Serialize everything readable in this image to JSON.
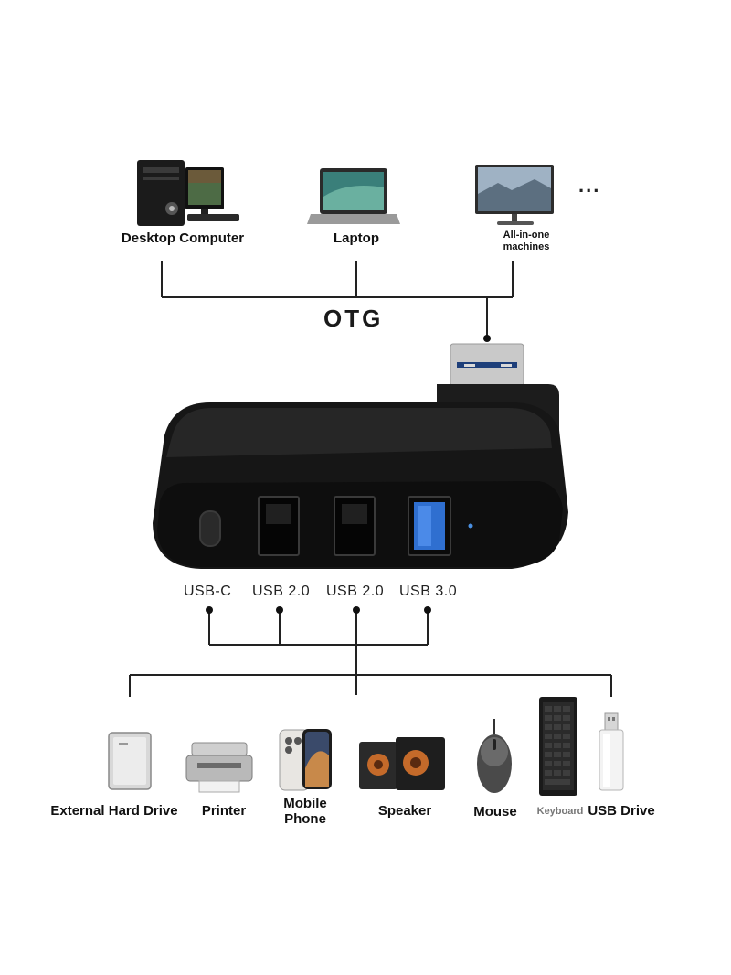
{
  "hosts": {
    "desktop": "Desktop Computer",
    "laptop": "Laptop",
    "all_in_one": "All-in-one machines",
    "more": "..."
  },
  "otg_label": "OTG",
  "ports": {
    "usb_c": "USB-C",
    "usb2_a": "USB 2.0",
    "usb2_b": "USB 2.0",
    "usb3": "USB 3.0"
  },
  "devices": {
    "hard_drive": "External Hard Drive",
    "printer": "Printer",
    "phone": "Mobile Phone",
    "speaker": "Speaker",
    "mouse": "Mouse",
    "keyboard": "Keyboard",
    "usb_drive": "USB Drive"
  },
  "colors": {
    "hub_body": "#151515",
    "usb3_port": "#2f6fd0",
    "led": "#4a90e2",
    "line": "#222222"
  }
}
